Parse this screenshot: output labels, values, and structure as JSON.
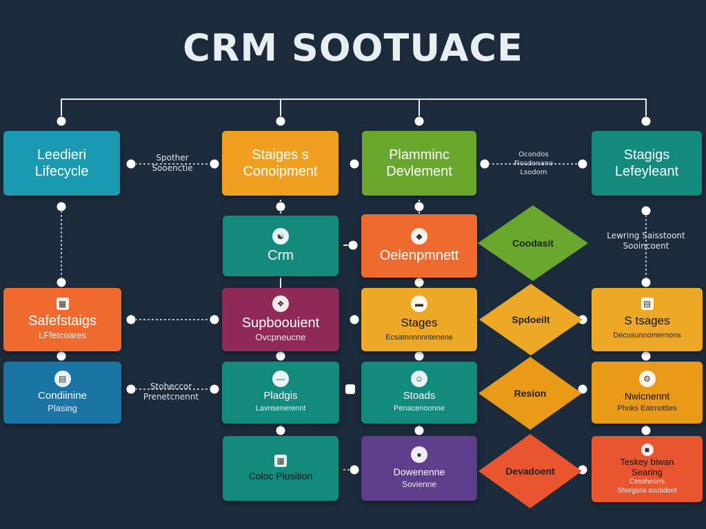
{
  "title": "CRM SOOTUACE",
  "colors": {
    "background": "#1c2b3c",
    "teal": "#1a9ab0",
    "orange": "#f0a020",
    "green": "#6aa72e",
    "dark_teal": "#138a7e",
    "red_orange": "#ee6a2f",
    "maroon": "#8e2a55",
    "blue": "#1b74a6",
    "purple": "#5e3d8a",
    "amber": "#e89a18",
    "red": "#e8552f",
    "gold": "#eea827"
  },
  "boxes": {
    "leadership": {
      "line1": "Leedieri",
      "line2": "Lifecycle"
    },
    "stages_conopment": {
      "line1": "Staiges s",
      "line2": "Conoipment"
    },
    "planning": {
      "line1": "Plamminc",
      "line2": "Devlement"
    },
    "stages_lifeyleant": {
      "line1": "Stagigs",
      "line2": "Lefeyleant"
    },
    "crm": {
      "line1": "Crm"
    },
    "oelenpmnett": {
      "line1": "Oelenpmnett"
    },
    "safefstaigs": {
      "line1": "Safefstaigs",
      "line2": "LFfetcoares"
    },
    "supboonent": {
      "line1": "Supboouient",
      "line2": "Ovcpneucne"
    },
    "stages_mid": {
      "line1": "Stages",
      "line2": "Ecsatnnnnnntenene"
    },
    "s_tsages": {
      "line1": "S tsages",
      "line2": "Decusunnomernons"
    },
    "conduine": {
      "line1": "Condiinine",
      "line2": "Plasing"
    },
    "pladgis": {
      "line1": "Pladgis",
      "line2": "Lavnsenerennt"
    },
    "stoads": {
      "line1": "Stoads",
      "line2": "Penacenoonne"
    },
    "nwicnent": {
      "line1": "Nwicnennt",
      "line2": "Phnks Eatrnotties"
    },
    "coloc_plusition": {
      "line1": "Coloc Plusition"
    },
    "dowenenne": {
      "line1": "Dowenenne",
      "line2": "Sovienne"
    },
    "teskey": {
      "line1": "Teskey biwan",
      "line2": "Searing",
      "line3": "Cessheorrs",
      "line4": "Shorgsns soubdent"
    }
  },
  "diamonds": {
    "coodasit": "Coodasit",
    "spdoeilt": "Spdoeilt",
    "resion": "Resion",
    "devadonent": "Devadoent"
  },
  "notes": {
    "spother": {
      "line1": "Spother",
      "line2": "Sooenctie"
    },
    "ocondos": {
      "line1": "Ocondos",
      "line2": "Ficcdonano",
      "line3": "Lsodom"
    },
    "lewring": {
      "line1": "Lewring Saisstoont",
      "line2": "Sooincoent"
    },
    "stoheccor": {
      "line1": "Stoheccor",
      "line2": "Prenetcnennt"
    }
  }
}
